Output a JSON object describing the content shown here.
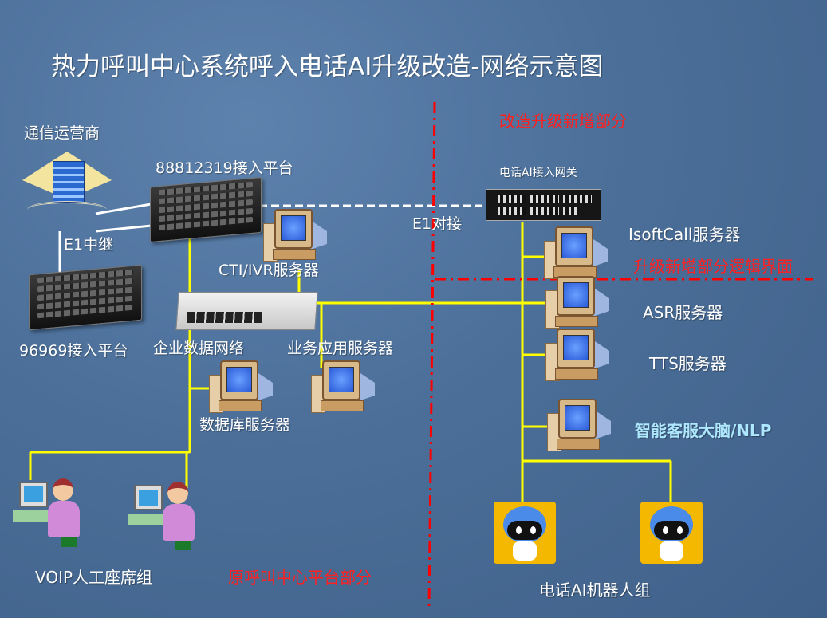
{
  "title": "热力呼叫中心系统呼入电话AI升级改造-网络示意图",
  "labels": {
    "carrier": "通信运营商",
    "platform1": "88812319接入平台",
    "e1_trunk": "E1中继",
    "platform2": "96969接入平台",
    "cti": "CTI/IVR服务器",
    "enterprise_net": "企业数据网络",
    "app_server": "业务应用服务器",
    "db_server": "数据库服务器",
    "voip_group": "VOIP人工座席组",
    "original_section": "原呼叫中心平台部分",
    "new_section": "改造升级新增部分",
    "gateway": "电话AI接入网关",
    "e1_dock": "E1对接",
    "isoftcall": "IsoftCall服务器",
    "logic_boundary": "升级新增部分逻辑界面",
    "asr": "ASR服务器",
    "tts": "TTS服务器",
    "nlp": "智能客服大脑/NLP",
    "robot_group": "电话AI机器人组"
  },
  "colors": {
    "link": "#ffff00",
    "boundary": "#ff0000",
    "highlight": "#aee8ff"
  }
}
